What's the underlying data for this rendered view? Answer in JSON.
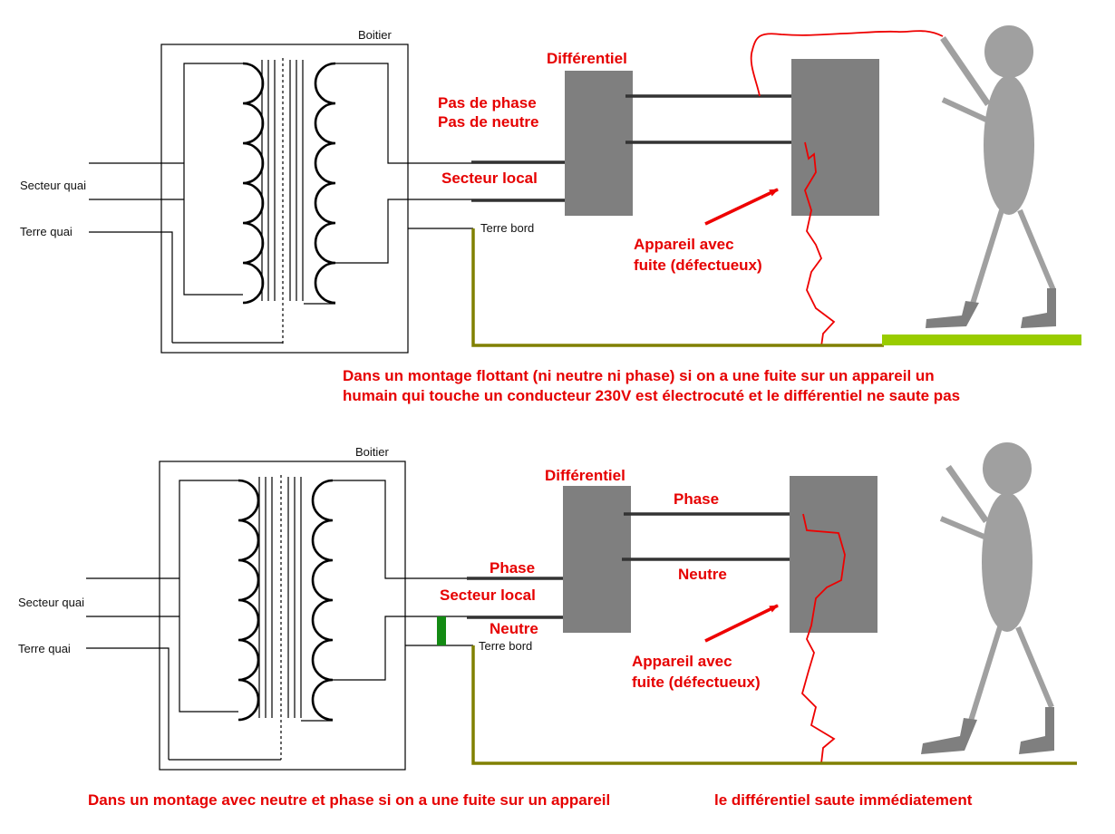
{
  "colors": {
    "leak_red": "#ee0000",
    "earth_olive": "#808000",
    "ground_green": "#99cc00",
    "bond_green": "#138a13",
    "box_gray": "#7f7f7f",
    "person_gray": "#a0a0a0",
    "label_red": "#e60000"
  },
  "top": {
    "boitier": "Boitier",
    "secteur_quai": "Secteur quai",
    "terre_quai": "Terre quai",
    "terre_bord": "Terre bord",
    "differentiel": "Différentiel",
    "phase_label_1": "Pas de phase",
    "phase_label_2": "Pas de neutre",
    "secteur_local": "Secteur local",
    "appareil_1": "Appareil avec",
    "appareil_2": "fuite (défectueux)",
    "caption_1": "Dans un montage flottant (ni neutre ni phase) si on a une fuite sur un appareil un",
    "caption_2": "humain qui touche un conducteur 230V est électrocuté et le différentiel ne saute pas"
  },
  "bottom": {
    "boitier": "Boitier",
    "secteur_quai": "Secteur quai",
    "terre_quai": "Terre quai",
    "terre_bord": "Terre bord",
    "differentiel": "Différentiel",
    "phase_top": "Phase",
    "neutre_top": "Neutre",
    "phase_left": "Phase",
    "secteur_local": "Secteur local",
    "neutre_left": "Neutre",
    "appareil_1": "Appareil avec",
    "appareil_2": "fuite (défectueux)",
    "caption_left": "Dans un montage avec neutre et phase si on a une fuite sur un appareil",
    "caption_right": "le différentiel saute immédiatement"
  }
}
